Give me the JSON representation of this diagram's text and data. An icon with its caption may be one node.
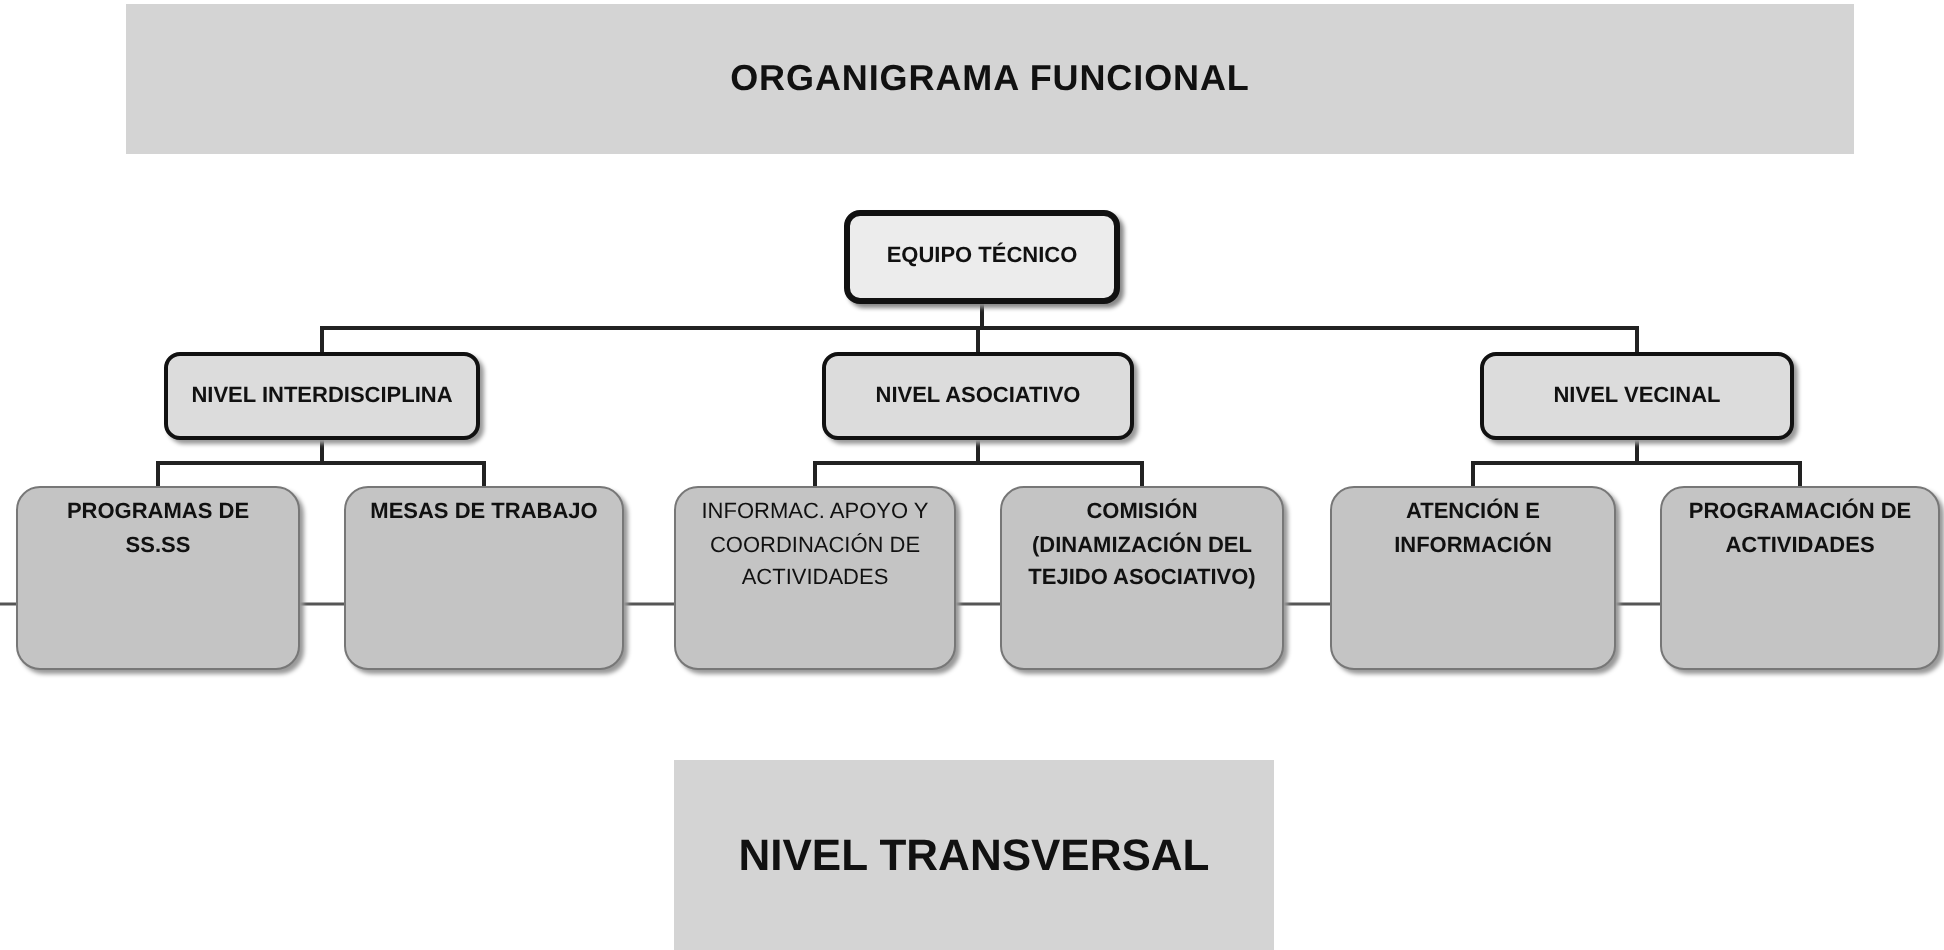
{
  "diagram": {
    "title": "ORGANIGRAMA FUNCIONAL",
    "nodes": [
      {
        "text": [
          "EQUIPO TÉCNICO"
        ]
      },
      {
        "text": [
          "NIVEL INTERDISCIPLINA"
        ]
      },
      {
        "text": [
          "NIVEL ASOCIATIVO"
        ]
      },
      {
        "text": [
          "NIVEL VECINAL"
        ]
      },
      {
        "text": [
          "PROGRAMAS DE SS.SS"
        ]
      },
      {
        "text": [
          "MESAS DE TRABAJO"
        ]
      },
      {
        "text": [
          "INFORMAC. APOYO Y COORDINACIÓN DE ACTIVIDADES"
        ]
      },
      {
        "text": [
          "COMISIÓN (DINAMIZACIÓN DEL TEJIDO ASOCIATIVO)"
        ]
      },
      {
        "text": [
          "ATENCIÓN E INFORMACIÓN"
        ]
      },
      {
        "text": [
          "PROGRAMACIÓN DE ACTIVIDADES"
        ]
      },
      {
        "text": [
          "NIVEL TRANSVERSAL"
        ]
      }
    ],
    "edges": [
      {
        "from": 0,
        "to": 1,
        "arrow": "none"
      },
      {
        "from": 0,
        "to": 2,
        "arrow": "none"
      },
      {
        "from": 0,
        "to": 3,
        "arrow": "none"
      },
      {
        "from": 1,
        "to": 4,
        "arrow": "none"
      },
      {
        "from": 1,
        "to": 5,
        "arrow": "none"
      },
      {
        "from": 2,
        "to": 6,
        "arrow": "none"
      },
      {
        "from": 2,
        "to": 7,
        "arrow": "none"
      },
      {
        "from": 3,
        "to": 8,
        "arrow": "none"
      },
      {
        "from": 3,
        "to": 9,
        "arrow": "none"
      },
      {
        "from": null,
        "to": 4,
        "arrow": "none"
      },
      {
        "from": 4,
        "to": 5,
        "arrow": "none"
      },
      {
        "from": 5,
        "to": 6,
        "arrow": "none"
      },
      {
        "from": 6,
        "to": 7,
        "arrow": "none"
      },
      {
        "from": 7,
        "to": 8,
        "arrow": "none"
      },
      {
        "from": 8,
        "to": 9,
        "arrow": "none"
      }
    ]
  }
}
